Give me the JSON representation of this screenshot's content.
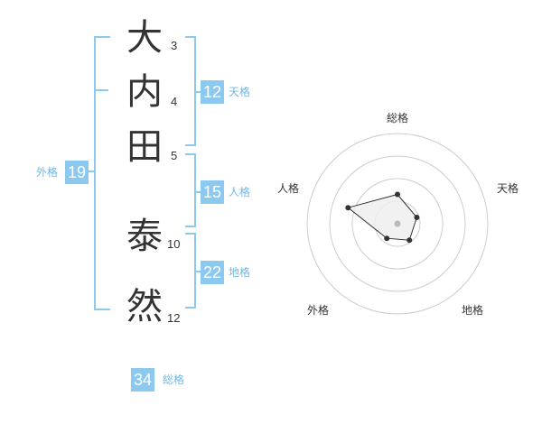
{
  "name": {
    "chars": [
      {
        "char": "大",
        "strokes": "3"
      },
      {
        "char": "内",
        "strokes": "4"
      },
      {
        "char": "田",
        "strokes": "5"
      },
      {
        "char": "泰",
        "strokes": "10"
      },
      {
        "char": "然",
        "strokes": "12"
      }
    ]
  },
  "scores": {
    "tenkaku": {
      "value": "12",
      "label": "天格"
    },
    "jinkaku": {
      "value": "15",
      "label": "人格"
    },
    "chikaku": {
      "value": "22",
      "label": "地格"
    },
    "gaikaku": {
      "value": "19",
      "label": "外格"
    },
    "soukaku": {
      "value": "34",
      "label": "総格"
    }
  },
  "chart_data": {
    "type": "radar",
    "axes": [
      "総格",
      "天格",
      "地格",
      "外格",
      "人格"
    ],
    "rings": 4,
    "range": [
      0,
      4
    ],
    "values": [
      1.3,
      0.9,
      0.9,
      0.8,
      2.3
    ],
    "colors": {
      "ring": "#cccccc",
      "fill": "#eeeeee",
      "line": "#333333",
      "point": "#333333",
      "center": "#bbbbbb"
    }
  }
}
